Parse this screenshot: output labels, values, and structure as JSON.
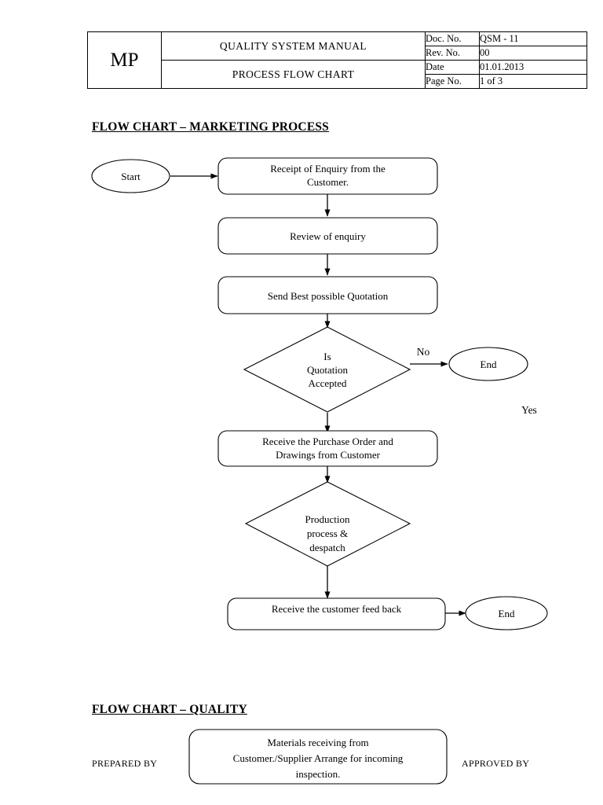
{
  "header": {
    "logo": "MP",
    "manual_title": "QUALITY SYSTEM MANUAL",
    "document_title": "PROCESS FLOW CHART",
    "fields": [
      {
        "label": "Doc. No.",
        "value": "QSM - 11"
      },
      {
        "label": "Rev. No.",
        "value": "00"
      },
      {
        "label": "Date",
        "value": "01.01.2013"
      },
      {
        "label": "Page No.",
        "value": "1 of 3"
      }
    ]
  },
  "sections": {
    "marketing_title": "FLOW CHART – MARKETING PROCESS",
    "quality_title": "FLOW CHART – QUALITY"
  },
  "footer": {
    "prepared_by": "PREPARED BY",
    "approved_by": "APPROVED BY"
  },
  "chart_data": {
    "type": "diagram",
    "title": "FLOW CHART – MARKETING PROCESS",
    "nodes": [
      {
        "id": "start",
        "shape": "ellipse",
        "lines": [
          "Start"
        ]
      },
      {
        "id": "enquiry",
        "shape": "rounded",
        "lines": [
          "Receipt of Enquiry from the",
          "Customer."
        ]
      },
      {
        "id": "review",
        "shape": "rounded",
        "lines": [
          "Review of enquiry"
        ]
      },
      {
        "id": "quotation",
        "shape": "rounded",
        "lines": [
          "Send Best possible Quotation"
        ]
      },
      {
        "id": "decision",
        "shape": "diamond",
        "lines": [
          "Is",
          "Quotation",
          "Accepted"
        ]
      },
      {
        "id": "end-no",
        "shape": "ellipse",
        "lines": [
          "End"
        ]
      },
      {
        "id": "purchase",
        "shape": "rounded",
        "lines": [
          "Receive the Purchase Order and",
          "Drawings from Customer"
        ]
      },
      {
        "id": "production",
        "shape": "diamond",
        "lines": [
          "Production",
          "process &",
          "despatch"
        ]
      },
      {
        "id": "feedback",
        "shape": "rounded",
        "lines": [
          "Receive the customer feed back"
        ]
      },
      {
        "id": "end-final",
        "shape": "ellipse",
        "lines": [
          "End"
        ]
      },
      {
        "id": "materials",
        "shape": "rounded",
        "lines": [
          "Materials receiving from",
          "Customer./Supplier Arrange for incoming",
          "inspection."
        ]
      }
    ],
    "edges": [
      {
        "from": "start",
        "to": "enquiry",
        "label": ""
      },
      {
        "from": "enquiry",
        "to": "review",
        "label": ""
      },
      {
        "from": "review",
        "to": "quotation",
        "label": ""
      },
      {
        "from": "quotation",
        "to": "decision",
        "label": ""
      },
      {
        "from": "decision",
        "to": "end-no",
        "label": "No"
      },
      {
        "from": "decision",
        "to": "purchase",
        "label": "Yes"
      },
      {
        "from": "purchase",
        "to": "production",
        "label": ""
      },
      {
        "from": "production",
        "to": "feedback",
        "label": ""
      },
      {
        "from": "feedback",
        "to": "end-final",
        "label": ""
      }
    ],
    "edge_labels": {
      "no": "No",
      "yes": "Yes"
    }
  }
}
